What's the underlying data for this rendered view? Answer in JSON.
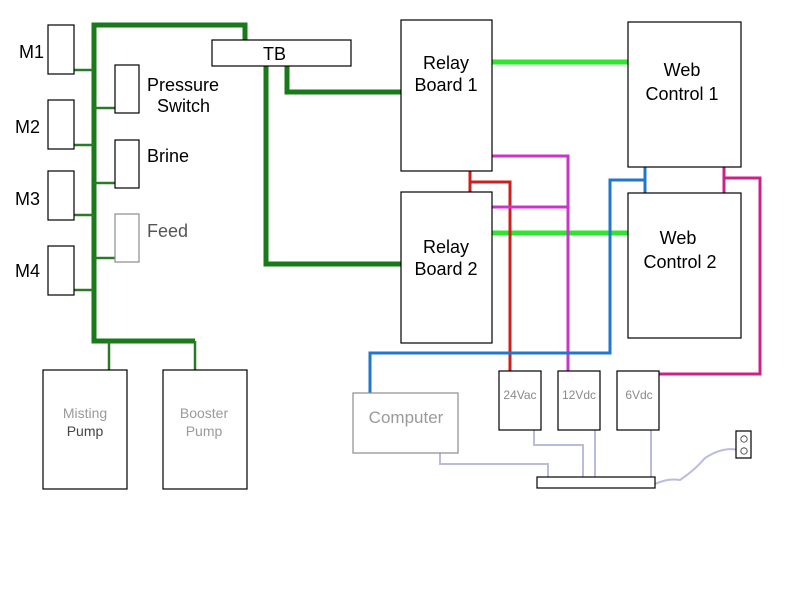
{
  "diagram": {
    "title": "Wiring diagram",
    "motors": [
      {
        "label": "M1"
      },
      {
        "label": "M2"
      },
      {
        "label": "M3"
      },
      {
        "label": "M4"
      }
    ],
    "switches": [
      {
        "label_line1": "Pressure",
        "label_line2": "Switch"
      },
      {
        "label_line1": "Brine",
        "label_line2": ""
      },
      {
        "label_line1": "Feed",
        "label_line2": ""
      }
    ],
    "terminal_block": {
      "label": "TB"
    },
    "relay_boards": [
      {
        "line1": "Relay",
        "line2": "Board 1"
      },
      {
        "line1": "Relay",
        "line2": "Board 2"
      }
    ],
    "web_controls": [
      {
        "line1": "Web",
        "line2": "Control 1"
      },
      {
        "line1": "Web",
        "line2": "Control 2"
      }
    ],
    "pumps": [
      {
        "line1": "Misting",
        "line2": "Pump"
      },
      {
        "line1": "Booster",
        "line2": "Pump"
      }
    ],
    "computer": {
      "label": "Computer"
    },
    "power_supplies": [
      {
        "label": "24Vac"
      },
      {
        "label": "12Vdc"
      },
      {
        "label": "6Vdc"
      }
    ],
    "power_strip": {
      "label": ""
    },
    "outlet": {
      "label": ""
    },
    "wire_colors": {
      "dark_green": "#1a7a1a",
      "light_green": "#2ee62e",
      "red": "#cc1f1f",
      "magenta": "#cc33cc",
      "pink": "#cc2288",
      "blue": "#2277cc",
      "power_cord": "#bbbbdd"
    }
  }
}
